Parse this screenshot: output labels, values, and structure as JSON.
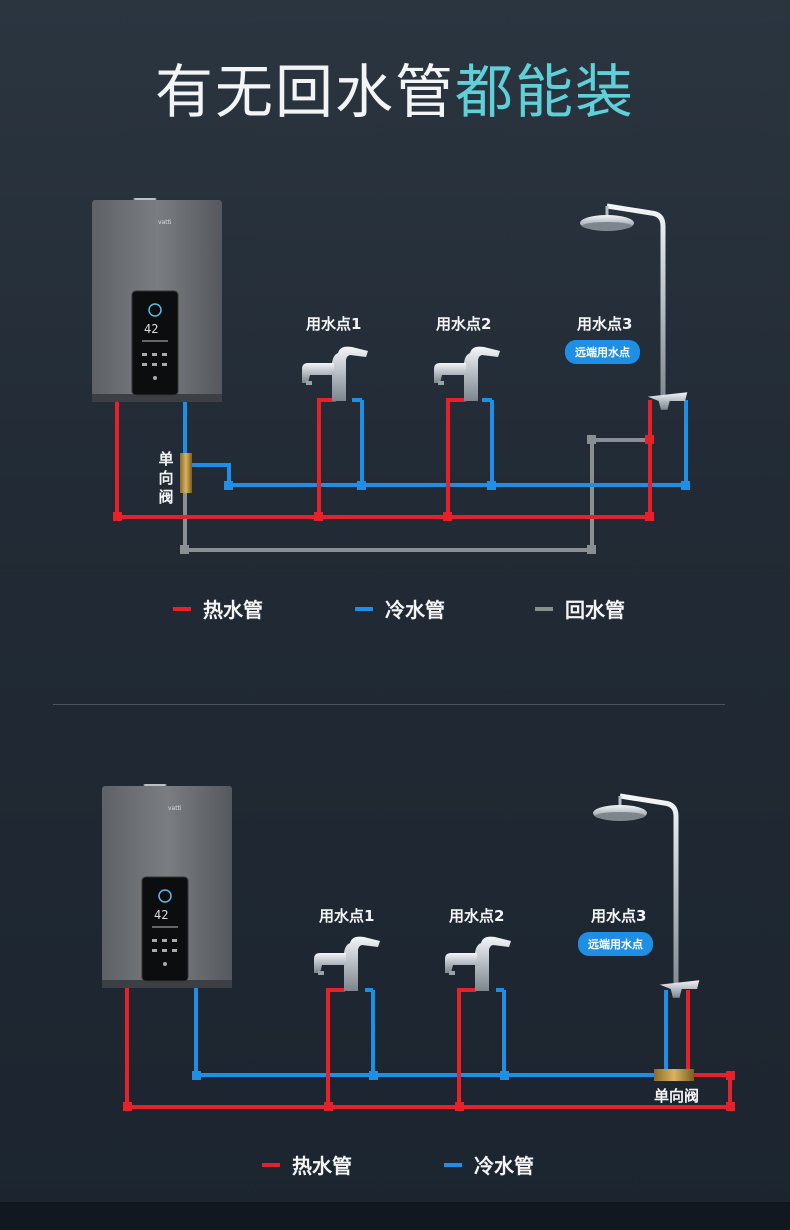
{
  "headline": {
    "part1": "有无回水管",
    "part2": "都能装"
  },
  "brand": "vatti",
  "panel_display": "42",
  "colors": {
    "hot": "#e8202a",
    "cold": "#1e8fe6",
    "return": "#8a8f94",
    "highlight": "#5fd0d8"
  },
  "section1": {
    "points": [
      {
        "label": "用水点1"
      },
      {
        "label": "用水点2"
      },
      {
        "label": "用水点3",
        "badge": "远端用水点"
      }
    ],
    "valve_label": "单向阀",
    "legend": [
      {
        "label": "热水管",
        "color": "#e8202a"
      },
      {
        "label": "冷水管",
        "color": "#1e8fe6"
      },
      {
        "label": "回水管",
        "color": "#8a8f94"
      }
    ]
  },
  "section2": {
    "points": [
      {
        "label": "用水点1"
      },
      {
        "label": "用水点2"
      },
      {
        "label": "用水点3",
        "badge": "远端用水点"
      }
    ],
    "valve_label": "单向阀",
    "legend": [
      {
        "label": "热水管",
        "color": "#e8202a"
      },
      {
        "label": "冷水管",
        "color": "#1e8fe6"
      }
    ]
  }
}
